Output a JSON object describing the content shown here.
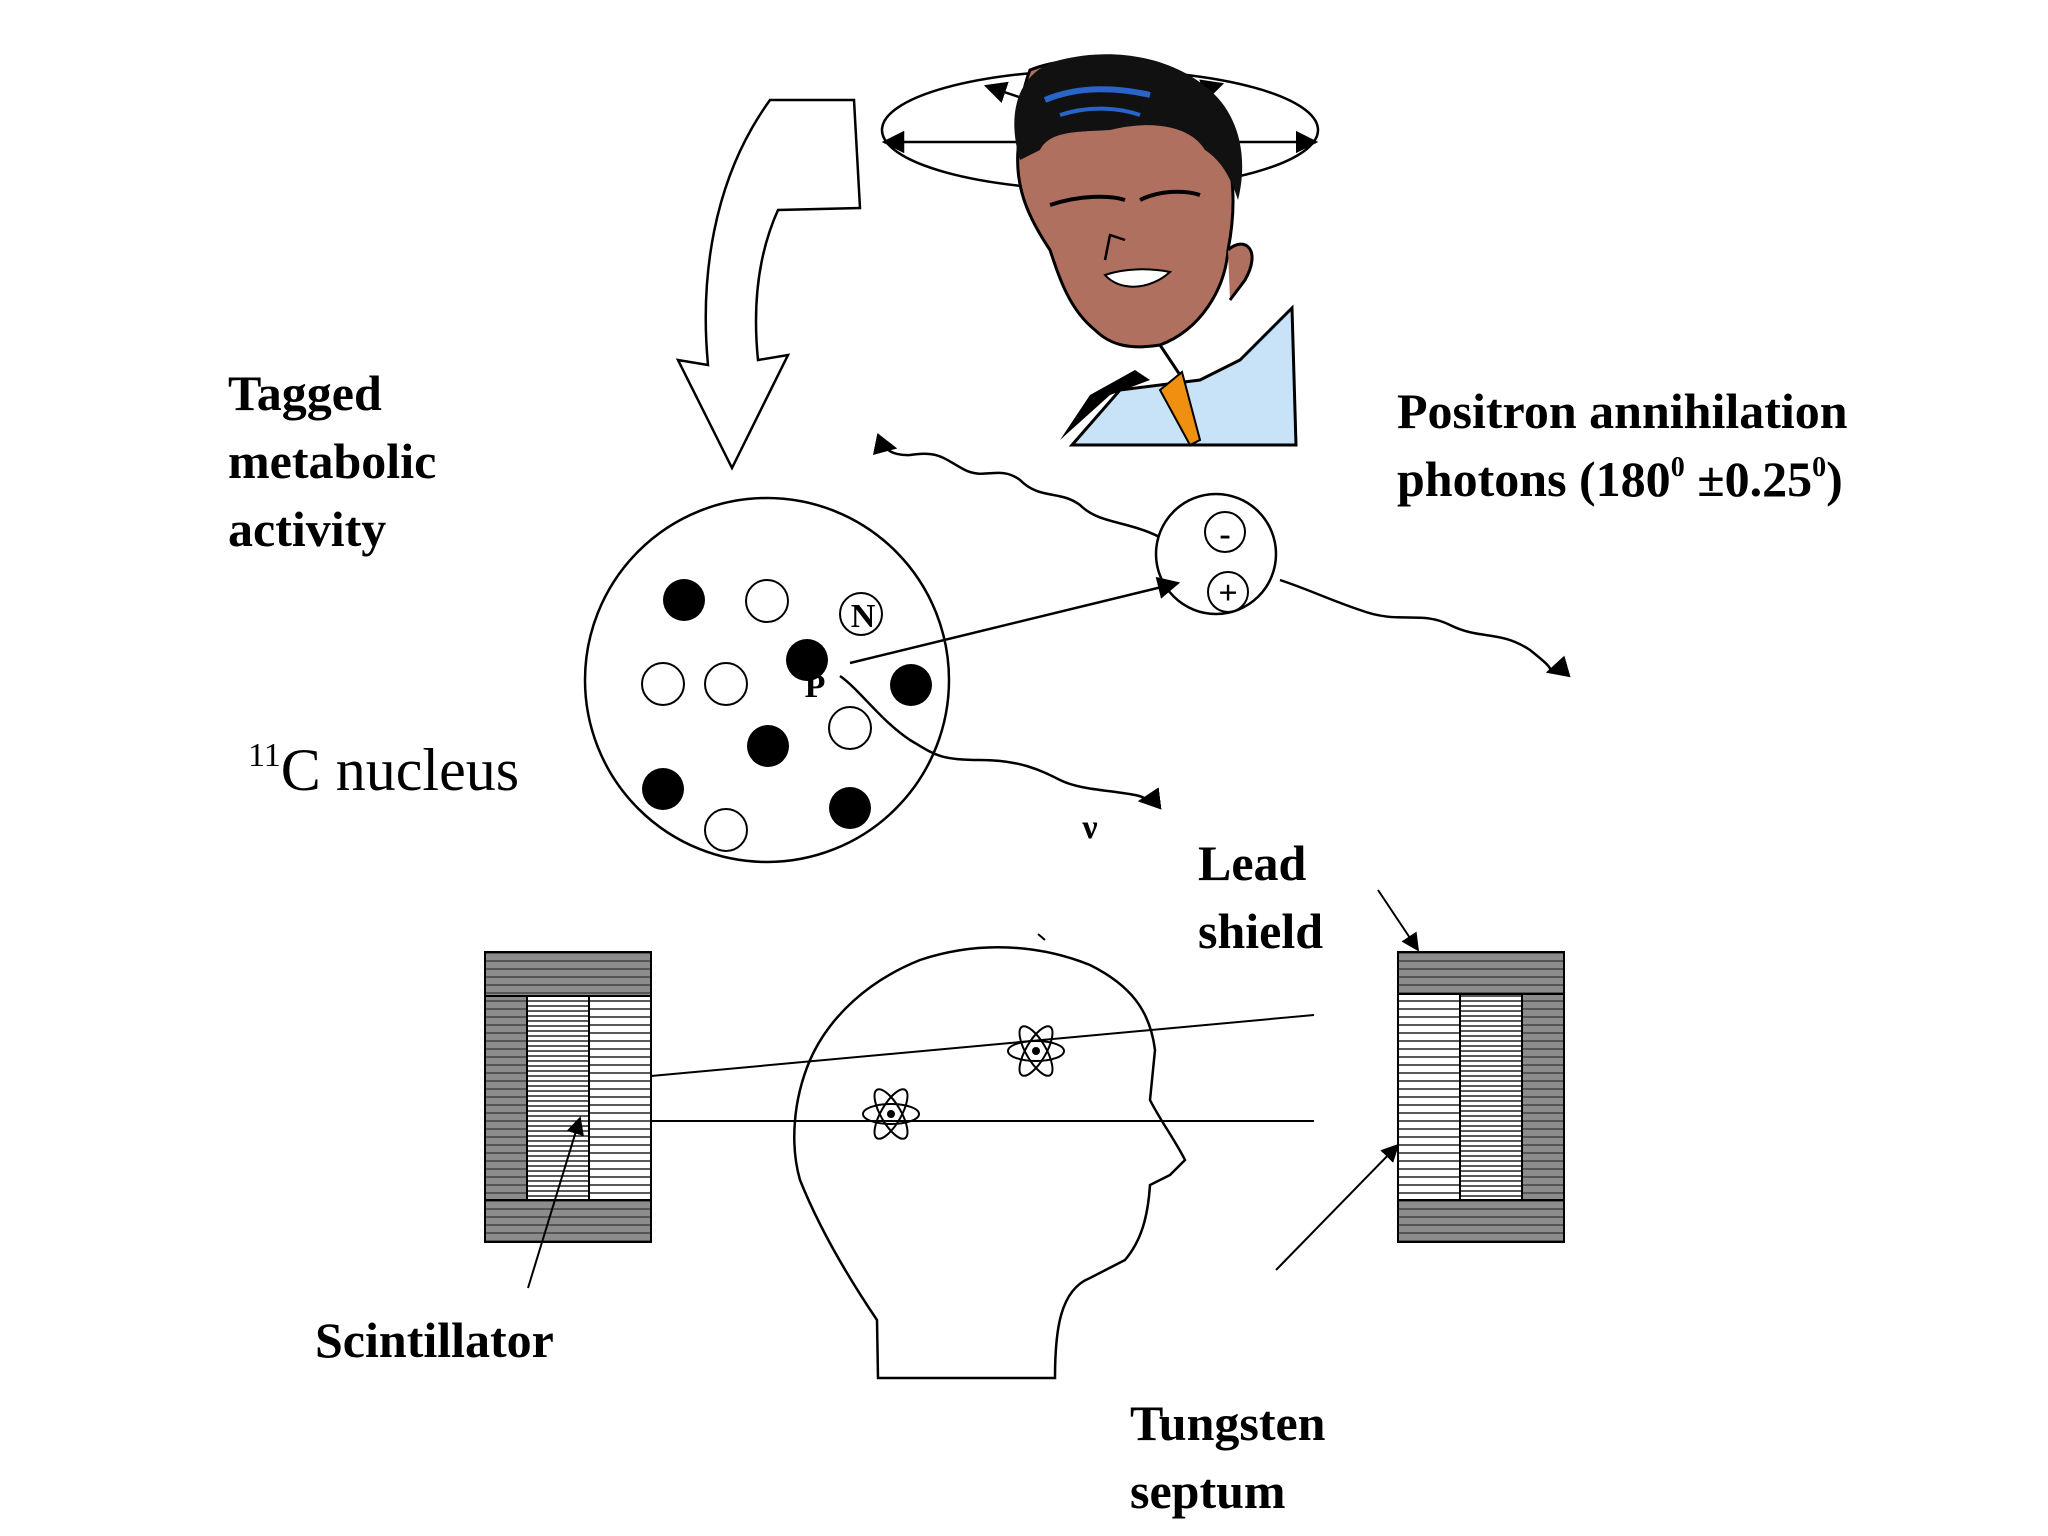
{
  "labels": {
    "tagged": [
      "Tagged",
      "metabolic",
      "activity"
    ],
    "positron_line1": "Positron annihilation",
    "positron_line2_a": "photons (180",
    "positron_deg1": "0",
    "positron_line2_b": " ±0.25",
    "positron_deg2": "0",
    "positron_line2_c": ")",
    "nucleus_sup": "11",
    "nucleus_text": "C nucleus",
    "lead": [
      "Lead",
      "shield"
    ],
    "scintillator": "Scintillator",
    "tungsten": [
      "Tungsten",
      "septum"
    ],
    "neutrino": "ν",
    "neutron_mark": "N",
    "proton_mark": "P",
    "electron_sign": "-",
    "positron_sign": "+"
  },
  "colors": {
    "shield_gray": "#8c8c8c",
    "skin": "#b07060",
    "hair": "#111111",
    "hair_highlight": "#2a64c8",
    "shirt": "#c8e2f8",
    "tie": "#f09010"
  }
}
